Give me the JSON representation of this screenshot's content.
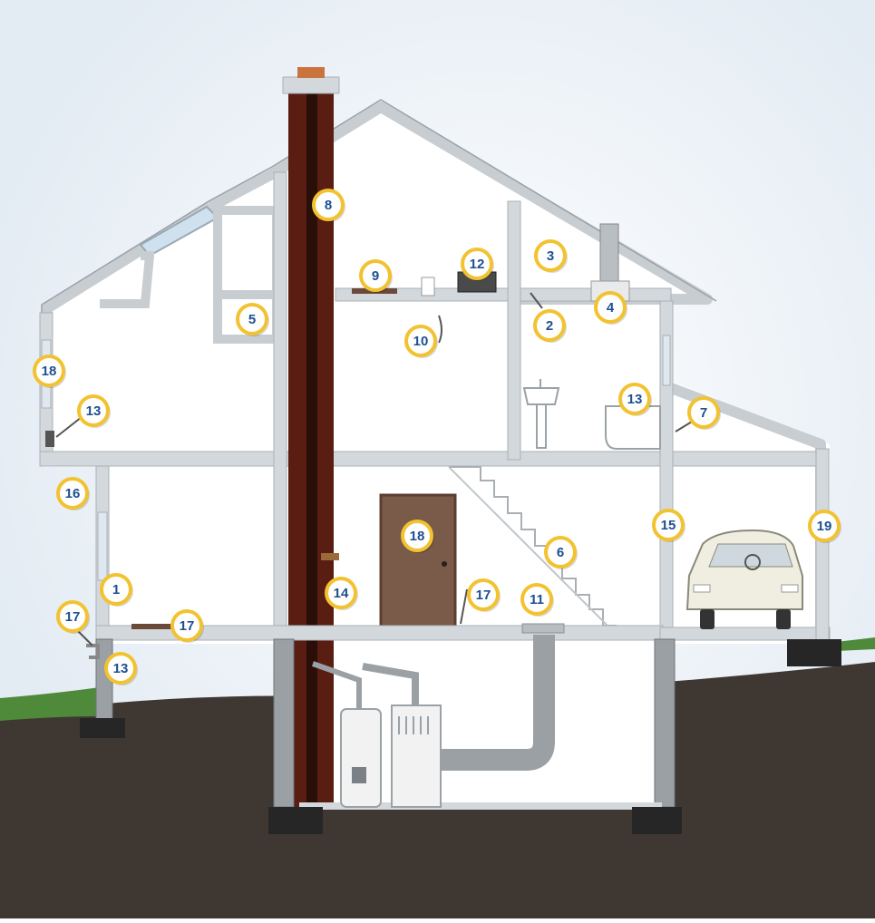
{
  "diagram": {
    "colors": {
      "sky": "#e7eef5",
      "ground": "#3f3832",
      "grass": "#4f8a3a",
      "wall": "#d3d8dc",
      "wall_edge": "#a9b0b5",
      "chimney": "#5a1d12",
      "chimney_dark": "#2a0e08",
      "door": "#7a5a48",
      "footing": "#262626",
      "badge_ring": "#f2c230",
      "badge_text": "#1d4f91"
    },
    "callouts": [
      {
        "id": "c8",
        "label": "8"
      },
      {
        "id": "c9",
        "label": "9"
      },
      {
        "id": "c12",
        "label": "12"
      },
      {
        "id": "c3",
        "label": "3"
      },
      {
        "id": "c10",
        "label": "10"
      },
      {
        "id": "c2",
        "label": "2"
      },
      {
        "id": "c4",
        "label": "4"
      },
      {
        "id": "c5",
        "label": "5"
      },
      {
        "id": "c18a",
        "label": "18"
      },
      {
        "id": "c13a",
        "label": "13"
      },
      {
        "id": "c13b",
        "label": "13"
      },
      {
        "id": "c7",
        "label": "7"
      },
      {
        "id": "c16",
        "label": "16"
      },
      {
        "id": "c18b",
        "label": "18"
      },
      {
        "id": "c6",
        "label": "6"
      },
      {
        "id": "c15",
        "label": "15"
      },
      {
        "id": "c19",
        "label": "19"
      },
      {
        "id": "c1",
        "label": "1"
      },
      {
        "id": "c14",
        "label": "14"
      },
      {
        "id": "c17a",
        "label": "17"
      },
      {
        "id": "c11",
        "label": "11"
      },
      {
        "id": "c17b",
        "label": "17"
      },
      {
        "id": "c17c",
        "label": "17"
      },
      {
        "id": "c13c",
        "label": "13"
      }
    ]
  }
}
